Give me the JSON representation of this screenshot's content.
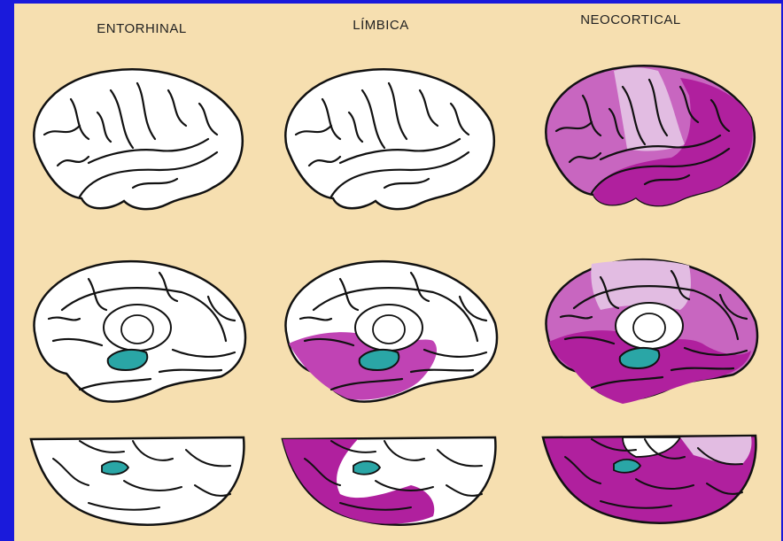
{
  "columns": [
    {
      "title": "ENTORHINAL"
    },
    {
      "title": "LÍMBICA"
    },
    {
      "title": "NEOCORTICAL"
    }
  ],
  "colors": {
    "background_frame": "#1a1adb",
    "panel": "#f6dfb0",
    "brain_white": "#ffffff",
    "outline": "#111111",
    "teal": "#2aa6a6",
    "magenta_dark": "#b0209e",
    "magenta_light": "#e2bce2",
    "magenta_mid": "#c866c0"
  },
  "views": [
    "lateral",
    "medial",
    "ventral"
  ],
  "stages": [
    {
      "stage": "ENTORHINAL",
      "lateral": "none",
      "medial": "entorhinal",
      "ventral": "entorhinal"
    },
    {
      "stage": "LÍMBICA",
      "lateral": "none",
      "medial": "entorhinal+limbic",
      "ventral": "entorhinal+limbic"
    },
    {
      "stage": "NEOCORTICAL",
      "lateral": "neocortex",
      "medial": "entorhinal+limbic+neocortex",
      "ventral": "entorhinal+limbic+neocortex"
    }
  ]
}
